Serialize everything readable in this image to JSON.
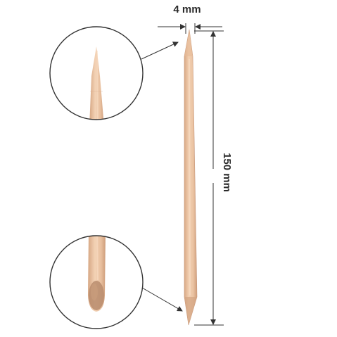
{
  "dimensions": {
    "width_label": "4 mm",
    "length_label": "150 mm"
  },
  "colors": {
    "wood_light": "#efc8a6",
    "wood_mid": "#e2b38f",
    "wood_dark": "#c99a76",
    "tip_shadow": "#b78a6c",
    "line": "#333333",
    "background": "#ffffff"
  },
  "icons": {
    "top_detail": "magnifier-circle-pointed-tip",
    "bottom_detail": "magnifier-circle-beveled-tip"
  }
}
